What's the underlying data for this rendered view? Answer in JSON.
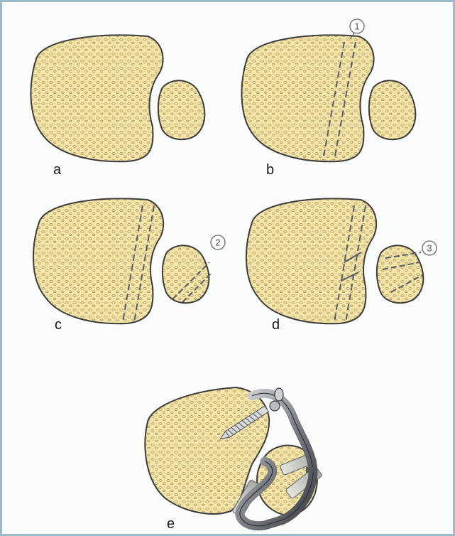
{
  "panels": [
    {
      "id": "a",
      "label": "a"
    },
    {
      "id": "b",
      "label": "b",
      "step": "1"
    },
    {
      "id": "c",
      "label": "c",
      "step": "2"
    },
    {
      "id": "d",
      "label": "d",
      "step": "3"
    },
    {
      "id": "e",
      "label": "e"
    }
  ],
  "colors": {
    "bone": "#f5e6a8",
    "outline": "#3c3c3c",
    "trabecula": "#c9b68a",
    "cut_line": "#555a66",
    "frame": "#9bbcc8",
    "metal": "#8e9297"
  }
}
